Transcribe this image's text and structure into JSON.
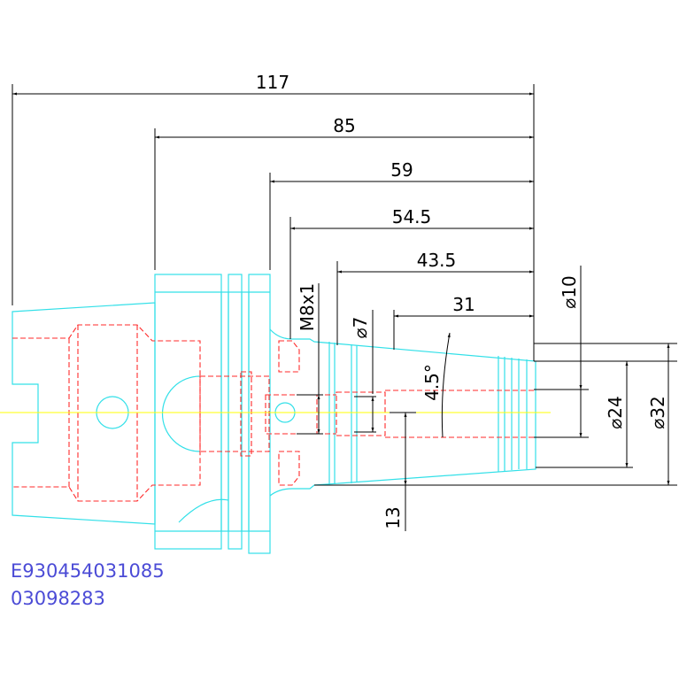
{
  "colors": {
    "background": "#ffffff",
    "outline": "#33e0e8",
    "hidden": "#ff2a2a",
    "centerline": "#ffff00",
    "dimension": "#000000",
    "code_text": "#4b4bd6"
  },
  "dimensions": {
    "len_117": "117",
    "len_85": "85",
    "len_59": "59",
    "len_54_5": "54.5",
    "len_43_5": "43.5",
    "len_31": "31",
    "thread": "M8x1",
    "bore_7": "⌀7",
    "tip_10": "⌀10",
    "angle": "4.5°",
    "dia_24": "⌀24",
    "dia_32": "⌀32",
    "len_13": "13"
  },
  "codes": {
    "line1": "E930454031085",
    "line2": "03098283"
  }
}
